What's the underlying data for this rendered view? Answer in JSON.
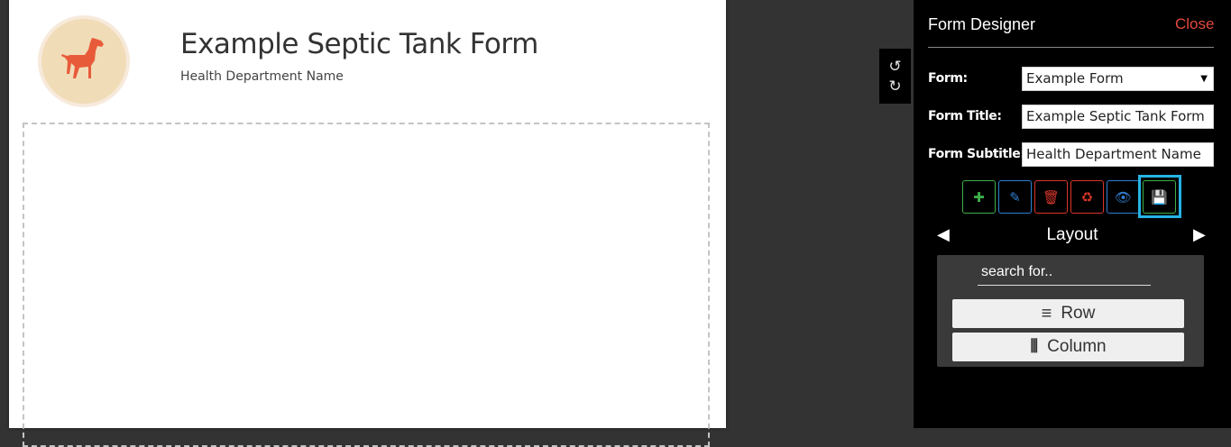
{
  "form": {
    "title": "Example Septic Tank Form",
    "subtitle": "Health Department Name",
    "logo_icon": "dog-icon",
    "logo_color": "#e85b3a"
  },
  "history": {
    "undo_icon": "undo-icon",
    "redo_icon": "redo-icon"
  },
  "designer": {
    "title": "Form Designer",
    "close_label": "Close",
    "fields": {
      "form_label": "Form:",
      "form_value": "Example Form",
      "title_label": "Form Title:",
      "title_value": "Example Septic Tank Form",
      "subtitle_label": "Form Subtitle:",
      "subtitle_value": "Health Department Name"
    },
    "toolbar": [
      {
        "name": "add-icon",
        "glyph": "✚",
        "color": "#3fae49"
      },
      {
        "name": "edit-icon",
        "glyph": "✎",
        "color": "#2f7fd1"
      },
      {
        "name": "delete-icon",
        "glyph": "🗑",
        "color": "#d9362b"
      },
      {
        "name": "recycle-icon",
        "glyph": "♻",
        "color": "#d9362b"
      },
      {
        "name": "preview-icon",
        "glyph": "👁",
        "color": "#2f7fd1"
      },
      {
        "name": "save-icon",
        "glyph": "💾",
        "color": "#3fae49"
      }
    ],
    "section_label": "Layout",
    "search_placeholder": "search for..",
    "palette": [
      {
        "label": "Row",
        "icon": "rows-icon",
        "glyph": "≡"
      },
      {
        "label": "Column",
        "icon": "columns-icon",
        "glyph": "⦀"
      }
    ]
  }
}
